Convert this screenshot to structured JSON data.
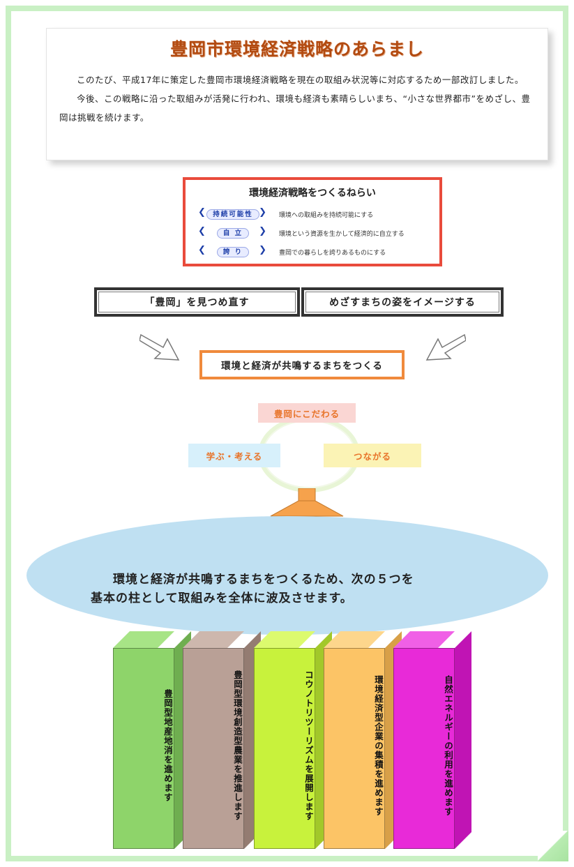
{
  "intro": {
    "title": "豊岡市環境経済戦略のあらまし",
    "paragraph1": "このたび、平成17年に策定した豊岡市環境経済戦略を現在の取組み状況等に対応するため一部改訂しました。",
    "paragraph2": "今後、この戦略に沿った取組みが活発に行われ、環境も経済も素晴らしいまち、“小さな世界都市”をめざし、豊岡は挑戦を続けます。"
  },
  "aims": {
    "title": "環境経済戦略をつくるねらい",
    "items": [
      {
        "tag": "持続可能性",
        "text": "環境への取組みを持続可能にする"
      },
      {
        "tag": "自 立",
        "text": "環境という資源を生かして経済的に自立する"
      },
      {
        "tag": "誇 り",
        "text": "豊岡での暮らしを誇りあるものにする"
      }
    ]
  },
  "steps": {
    "left": "「豊岡」を見つめ直す",
    "right": "めざすまちの姿をイメージする",
    "goal": "環境と経済が共鳴するまちをつくる"
  },
  "cycle": {
    "top": "豊岡にこだわる",
    "left": "学ぶ・考える",
    "right": "つながる"
  },
  "pond": {
    "line1": "環境と経済が共鳴するまちをつくるため、次の５つを",
    "line2": "基本の柱として取組みを全体に波及させます。"
  },
  "pillars": [
    {
      "label": "豊岡型地産地消を進めます",
      "front": "#8ed46a",
      "top": "#a7e486",
      "side": "#6fae50"
    },
    {
      "label": "豊岡型環境創造型農業を推進します",
      "front": "#b9a096",
      "top": "#cdb7ad",
      "side": "#947c72"
    },
    {
      "label": "コウノトリツーリズムを展開します",
      "front": "#c8f23c",
      "top": "#dcfa6e",
      "side": "#a2c82a"
    },
    {
      "label": "環境経済型企業の集積を進めます",
      "front": "#fcc466",
      "top": "#fdd68c",
      "side": "#d8a048"
    },
    {
      "label": "自然エネルギーの利用を進めます",
      "front": "#e82ad8",
      "top": "#f060e6",
      "side": "#c014b4"
    }
  ]
}
